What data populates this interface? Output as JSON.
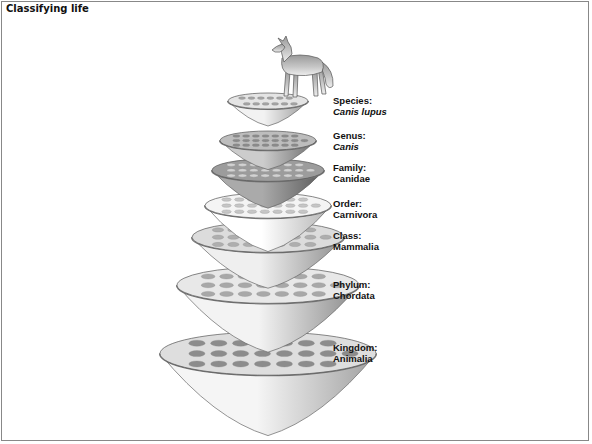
{
  "diagram": {
    "title": "Classifying life",
    "nodes": [
      {
        "text": [
          "Species:",
          "Canis lupus"
        ]
      },
      {
        "text": [
          "Genus:",
          "Canis"
        ]
      },
      {
        "text": [
          "Family:",
          "Canidae"
        ]
      },
      {
        "text": [
          "Order:",
          "Carnivora"
        ]
      },
      {
        "text": [
          "Class:",
          "Mammalia"
        ]
      },
      {
        "text": [
          "Phylum:",
          "Chordata"
        ]
      },
      {
        "text": [
          "Kingdom:",
          "Animalia"
        ]
      }
    ]
  }
}
